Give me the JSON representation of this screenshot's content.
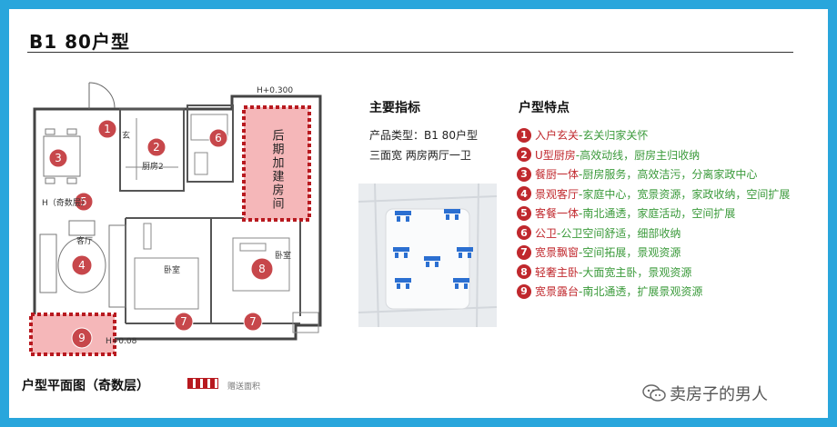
{
  "title": "B1  80户型",
  "plan": {
    "elevation_top": "H+0.300",
    "elevation_bottom": "H+0.08",
    "elevation_left": "H（奇数层）",
    "room_living": "客厅",
    "room_bed_left": "卧室",
    "room_bed_right": "卧室",
    "room_kitchen": "厨房2",
    "room_entry": "玄",
    "addon_text": "后期加建房间",
    "markers": [
      "1",
      "2",
      "3",
      "4",
      "5",
      "6",
      "7",
      "7",
      "8",
      "9"
    ]
  },
  "metrics": {
    "heading": "主要指标",
    "line1": "产品类型：B1  80户型",
    "line2": "三面宽    两房两厅一卫"
  },
  "features": {
    "heading": "户型特点",
    "items": [
      {
        "num": "1",
        "kw": "入户玄关",
        "desc": "-玄关归家关怀"
      },
      {
        "num": "2",
        "kw": "U型厨房",
        "desc": "-高效动线，厨房主归收纳"
      },
      {
        "num": "3",
        "kw": "餐厨一体",
        "desc": "-厨房服务，高效洁污，分离家政中心"
      },
      {
        "num": "4",
        "kw": "景观客厅",
        "desc": "-家庭中心，宽景资源，家政收纳，空间扩展"
      },
      {
        "num": "5",
        "kw": "客餐一体",
        "desc": "-南北通透，家庭活动，空间扩展"
      },
      {
        "num": "6",
        "kw": "公卫",
        "desc": "-公卫空间舒适，细部收纳"
      },
      {
        "num": "7",
        "kw": "宽景飘窗",
        "desc": "-空间拓展，景观资源"
      },
      {
        "num": "8",
        "kw": "轻奢主卧",
        "desc": "-大面宽主卧，景观资源"
      },
      {
        "num": "9",
        "kw": "宽景露台",
        "desc": "-南北通透，扩展景观资源"
      }
    ]
  },
  "caption": "户型平面图（奇数层）",
  "legend_label": "赠送面积",
  "watermark": "卖房子的男人",
  "colors": {
    "frame": "#29a6dc",
    "accent_red": "#c0282d",
    "desc_green": "#3a9a3a",
    "addon_fill": "#f5b7b9"
  }
}
